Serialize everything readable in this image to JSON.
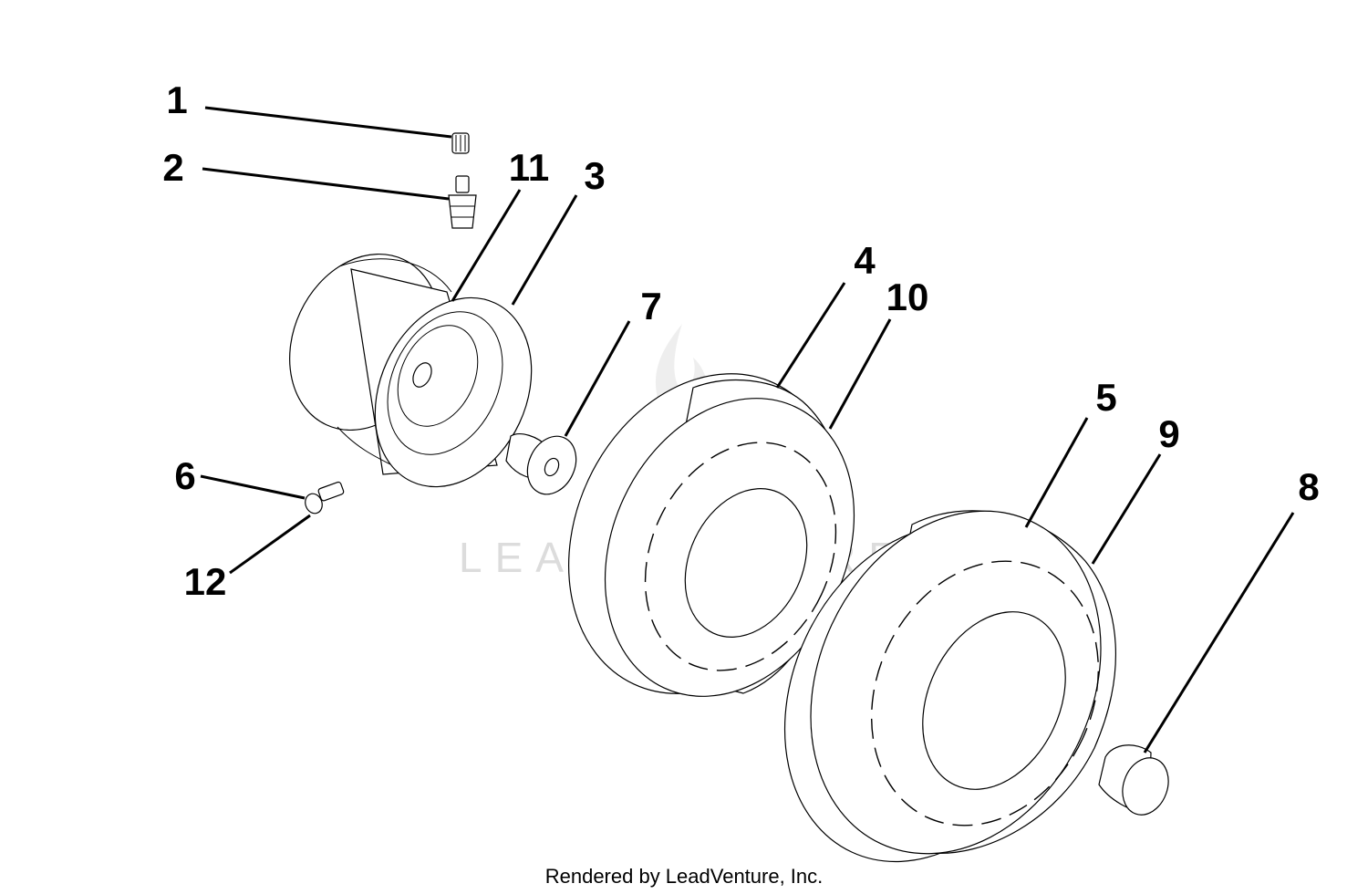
{
  "diagram": {
    "callouts": [
      {
        "id": "1",
        "label": "1"
      },
      {
        "id": "2",
        "label": "2"
      },
      {
        "id": "11",
        "label": "11"
      },
      {
        "id": "3",
        "label": "3"
      },
      {
        "id": "4",
        "label": "4"
      },
      {
        "id": "10",
        "label": "10"
      },
      {
        "id": "7",
        "label": "7"
      },
      {
        "id": "5",
        "label": "5"
      },
      {
        "id": "9",
        "label": "9"
      },
      {
        "id": "8",
        "label": "8"
      },
      {
        "id": "6",
        "label": "6"
      },
      {
        "id": "12",
        "label": "12"
      }
    ],
    "watermark": "LEADVENTURE",
    "footer": "Rendered by LeadVenture, Inc."
  },
  "colors": {
    "line": "#000000",
    "watermark": "#dcdcdc",
    "background": "#ffffff"
  }
}
